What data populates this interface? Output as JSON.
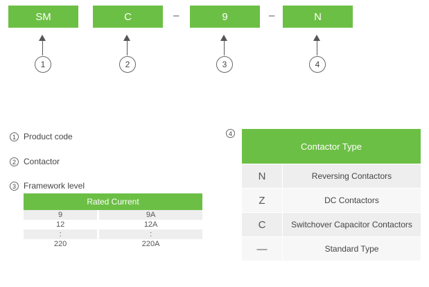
{
  "code_boxes": [
    {
      "label": "SM"
    },
    {
      "label": "C"
    },
    {
      "label": "9"
    },
    {
      "label": "N"
    }
  ],
  "dashes": [
    "–",
    "–"
  ],
  "markers": [
    "1",
    "2",
    "3",
    "4"
  ],
  "legend": {
    "item1": {
      "num": "1",
      "text": "Product code"
    },
    "item2": {
      "num": "2",
      "text": "Contactor"
    },
    "item3": {
      "num": "3",
      "text": "Framework level"
    },
    "item4": {
      "num": "4"
    }
  },
  "rated_current_table": {
    "header": "Rated Current",
    "rows": [
      {
        "code": "9",
        "value": "9A"
      },
      {
        "code": "12",
        "value": "12A"
      },
      {
        "code": ":",
        "value": ":"
      },
      {
        "code": "220",
        "value": "220A"
      }
    ]
  },
  "contactor_type_table": {
    "header": "Contactor Type",
    "rows": [
      {
        "code": "N",
        "desc": "Reversing Contactors"
      },
      {
        "code": "Z",
        "desc": "DC Contactors"
      },
      {
        "code": "C",
        "desc": "Switchover Capacitor Contactors"
      },
      {
        "code": "—",
        "desc": "Standard Type"
      }
    ]
  },
  "colors": {
    "accent": "#6cbf45",
    "row_bg": "#eeeeee"
  }
}
